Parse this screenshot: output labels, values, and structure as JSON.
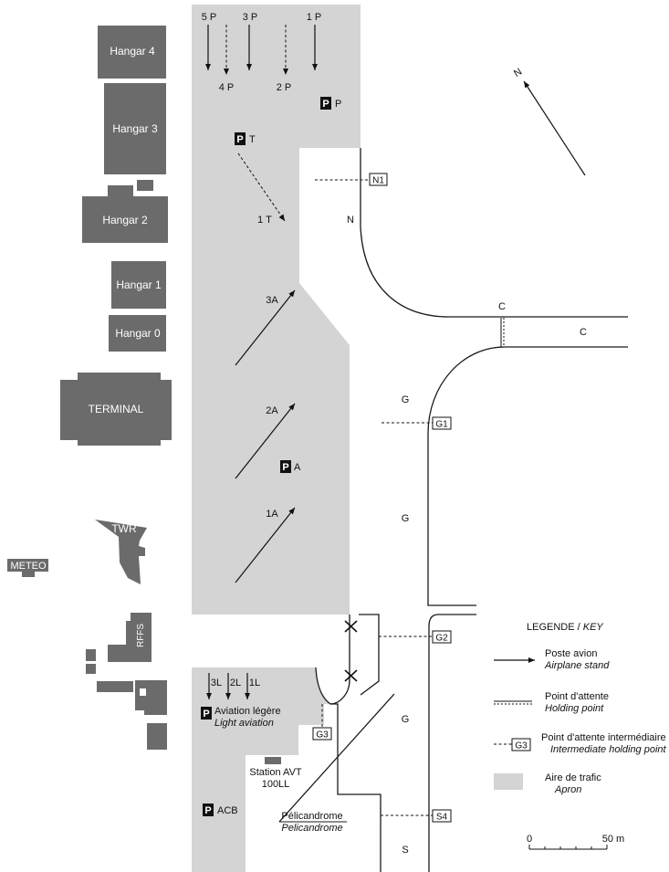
{
  "buildings": {
    "hangar4": "Hangar 4",
    "hangar3": "Hangar 3",
    "hangar2": "Hangar 2",
    "hangar1": "Hangar 1",
    "hangar0": "Hangar 0",
    "terminal": "TERMINAL",
    "twr": "TWR",
    "meteo": "METEO",
    "rffs": "RFFS"
  },
  "stands": {
    "s5p": "5 P",
    "s3p": "3 P",
    "s1p": "1 P",
    "s4p": "4 P",
    "s2p": "2 P",
    "s1t": "1 T",
    "s3a": "3A",
    "s2a": "2A",
    "s1a": "1A",
    "s3l": "3L",
    "s2l": "2L",
    "s1l": "1L"
  },
  "parkings": {
    "p_symbol": "P",
    "p_label": "P",
    "t_label": "T",
    "a_label": "A",
    "acb_label": "ACB",
    "light_aviation": "Aviation légère",
    "light_aviation_en": "Light aviation"
  },
  "taxiways": {
    "n": "N",
    "c_top": "C",
    "c_right": "C",
    "g1": "G",
    "g2": "G",
    "g3": "G",
    "s": "S"
  },
  "holding_points": {
    "n1": "N1",
    "g1": "G1",
    "g2": "G2",
    "g3": "G3",
    "s4": "S4"
  },
  "facilities": {
    "station_line1": "Station AVT",
    "station_line2": "100LL",
    "helipad_fr": "Pélicandrome",
    "helipad_en": "Pelicandrome"
  },
  "north": "N",
  "legend": {
    "title": "LEGENDE / ",
    "title_en": "KEY",
    "stand_fr": "Poste avion",
    "stand_en": "Airplane stand",
    "hold_fr": "Point d'attente",
    "hold_en": "Holding point",
    "inter_fr": "Point d'attente intermédiaire",
    "inter_en": "Intermediate holding point",
    "inter_box": "G3",
    "apron_fr": "Aire de trafic",
    "apron_en": "Apron",
    "scale_0": "0",
    "scale_50": "50 m"
  },
  "colors": {
    "building": "#6b6b6b",
    "apron": "#d4d4d4",
    "line": "#111111"
  }
}
